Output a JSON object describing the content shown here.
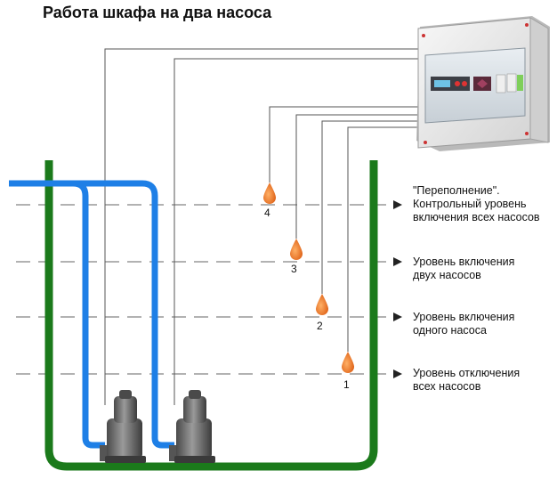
{
  "title": "Работа шкафа на два насоса",
  "levels": [
    {
      "sensor_number": "4",
      "lines": [
        "\"Переполнение\".",
        "Контрольный уровень",
        "включения всех насосов"
      ]
    },
    {
      "sensor_number": "3",
      "lines": [
        "Уровень включения",
        "двух насосов"
      ]
    },
    {
      "sensor_number": "2",
      "lines": [
        "Уровень включения",
        "одного насоса"
      ]
    },
    {
      "sensor_number": "1",
      "lines": [
        "Уровень отключения",
        "всех насосов"
      ]
    }
  ],
  "colors": {
    "tank": "#1b7a1b",
    "pipe": "#1e7fe6",
    "float": "#ee7b22",
    "line": "#555555",
    "pump": "#6b6b6b"
  },
  "icons": {
    "cabinet": "control-cabinet-icon",
    "pump": "submersible-pump-icon",
    "float": "float-switch-icon",
    "arrow": "arrow-right-icon"
  }
}
